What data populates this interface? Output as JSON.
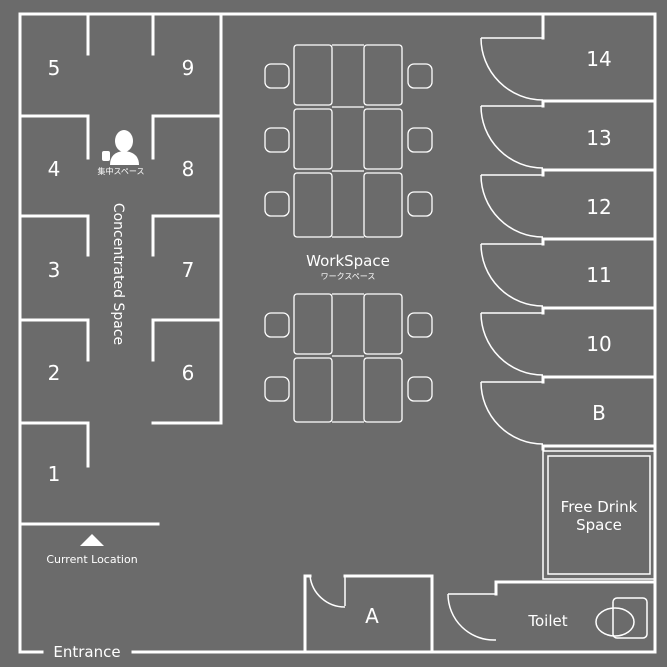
{
  "colors": {
    "background": "#6b6b6b",
    "lines": "#ffffff"
  },
  "rooms": {
    "booth_5": "5",
    "booth_4": "4",
    "booth_3": "3",
    "booth_2": "2",
    "booth_1": "1",
    "booth_9": "9",
    "booth_8": "8",
    "booth_7": "7",
    "booth_6": "6",
    "room_14": "14",
    "room_13": "13",
    "room_12": "12",
    "room_11": "11",
    "room_10": "10",
    "room_b": "B",
    "room_a": "A"
  },
  "concentrated": {
    "icon": "person-silhouette-icon",
    "jp": "集中スペース",
    "en": "Concentrated Space"
  },
  "workspace": {
    "en": "WorkSpace",
    "jp": "ワークスペース"
  },
  "free_drink": {
    "line1": "Free Drink",
    "line2": "Space"
  },
  "toilet": {
    "label": "Toilet",
    "icon": "toilet-icon"
  },
  "current_location": {
    "label": "Current Location",
    "icon": "triangle-up-icon"
  },
  "entrance": "Entrance"
}
